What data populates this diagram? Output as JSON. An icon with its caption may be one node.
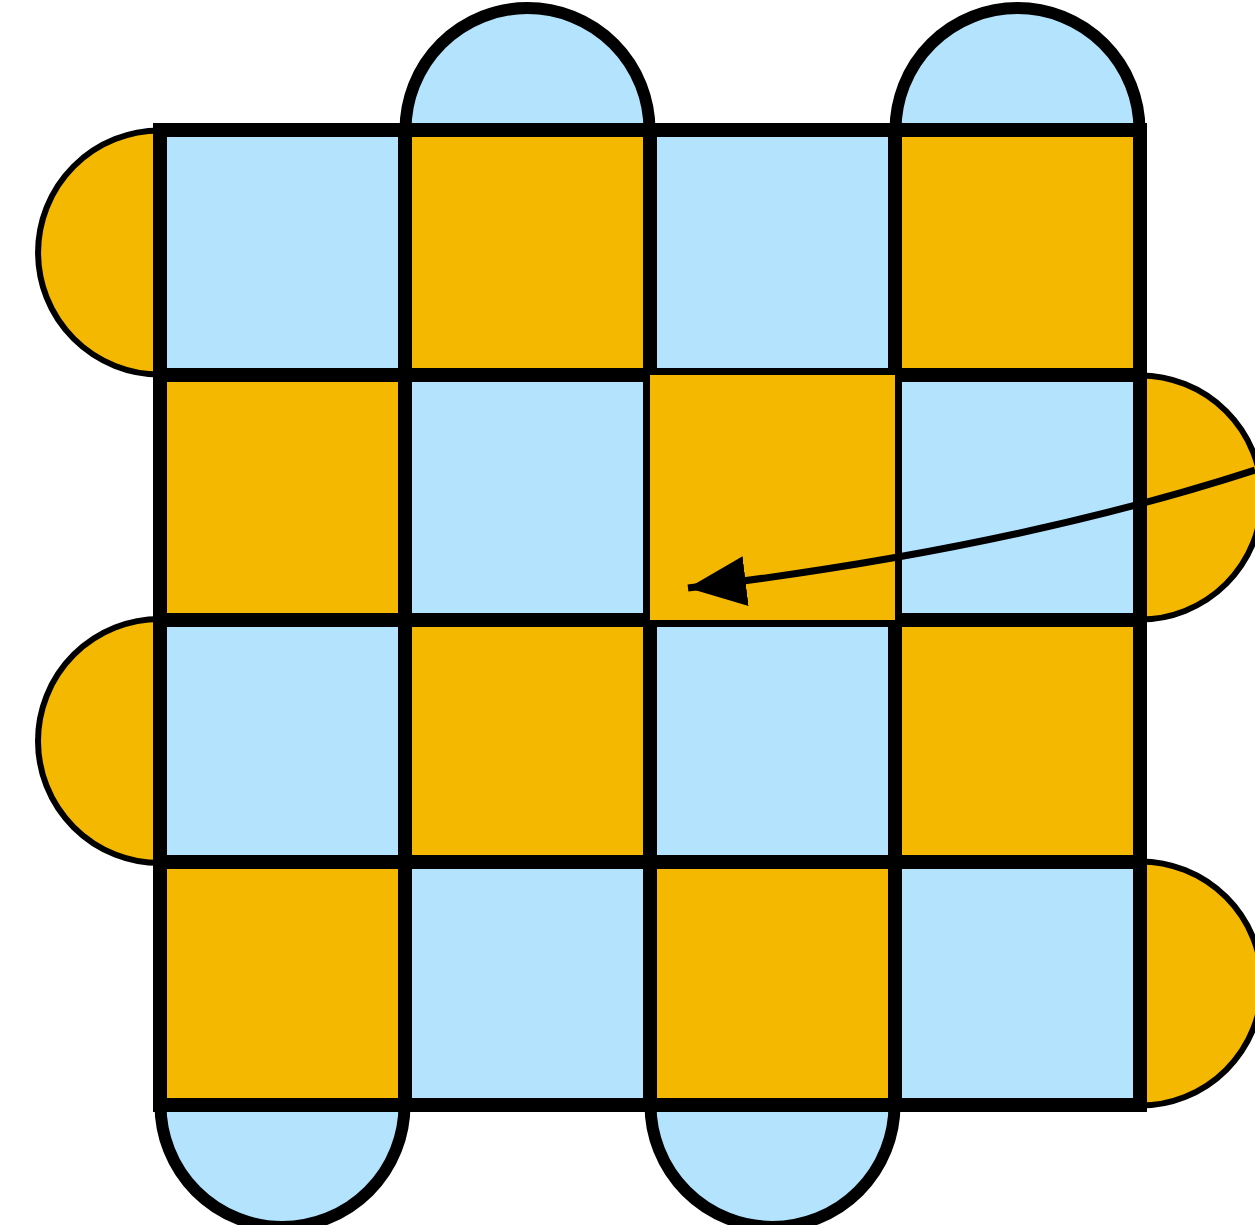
{
  "diagram": {
    "nodes": [
      {
        "text": [],
        "shape": "picture"
      },
      {
        "text": [],
        "shape": "box",
        "in": 0
      }
    ],
    "edges": [
      {
        "from": null,
        "to": 1,
        "arrow": "to"
      }
    ]
  }
}
